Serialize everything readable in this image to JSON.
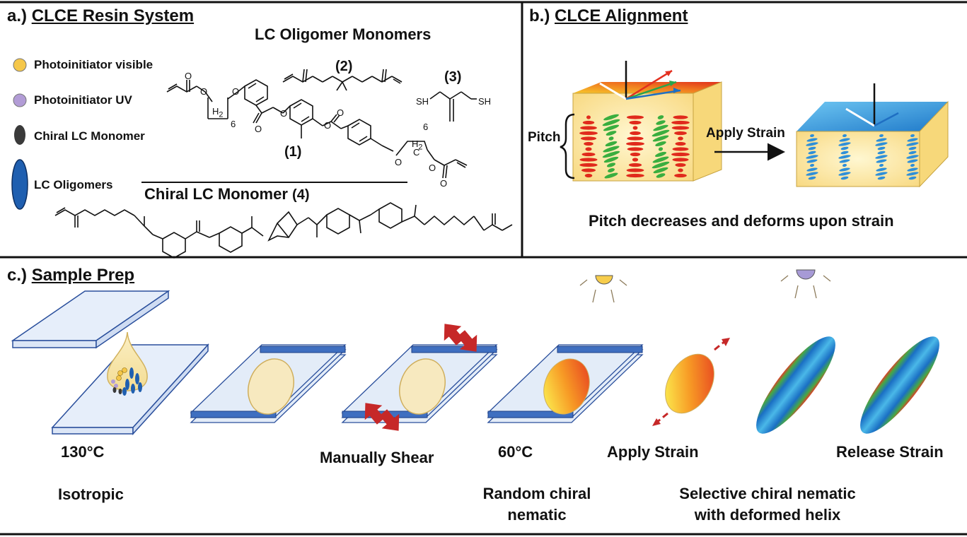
{
  "panel_a": {
    "prefix": "a.)",
    "title": "CLCE Resin System",
    "subtitle": "LC Oligomer Monomers",
    "legend": [
      {
        "label": "Photoinitiator visible",
        "color": "#f5c74a"
      },
      {
        "label": "Photoinitiator UV",
        "color": "#b29cd6"
      },
      {
        "label": "Chiral LC Monomer",
        "color": "#3a3a3a"
      },
      {
        "label": "LC Oligomers",
        "color": "#1f5fb0"
      }
    ],
    "compounds": {
      "c1": "(1)",
      "c2": "(2)",
      "c3": "(3)"
    },
    "chiral_title": "Chiral LC Monomer",
    "chiral_num": "(4)",
    "chem_text": {
      "h2": "H",
      "sub2": "2",
      "sub6": "6",
      "o": "O",
      "sh": "SH",
      "c": "C"
    }
  },
  "panel_b": {
    "prefix": "b.)",
    "title": "CLCE Alignment",
    "pitch": "Pitch",
    "arrow_label": "Apply Strain",
    "caption": "Pitch decreases and deforms upon strain"
  },
  "panel_c": {
    "prefix": "c.)",
    "title": "Sample Prep",
    "temp1": "130°C",
    "state1": "Isotropic",
    "shear": "Manually Shear",
    "temp2": "60°C",
    "state2_line1": "Random chiral",
    "state2_line2": "nematic",
    "apply": "Apply Strain",
    "release": "Release Strain",
    "state3_line1": "Selective chiral nematic",
    "state3_line2": "with deformed helix",
    "lamp_visible_color": "#f7cd4c",
    "lamp_uv_color": "#a79ad6"
  },
  "colors": {
    "slide_fill": "#dfe9f7",
    "slide_edge": "#2a4f9c",
    "clamp": "#3f6fc0",
    "arrow_red": "#c62828",
    "cube_blue": "#2f8fd8",
    "cube_face": "#fbe9a8"
  }
}
